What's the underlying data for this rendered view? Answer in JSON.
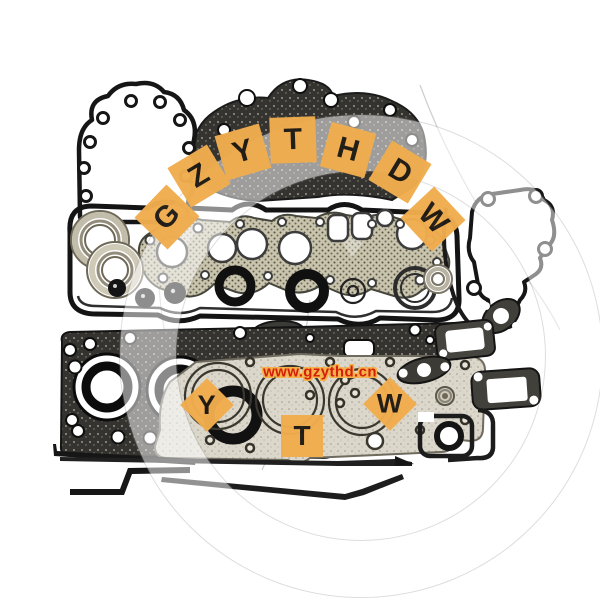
{
  "watermark": {
    "arc_letters": [
      "G",
      "Z",
      "Y",
      "T",
      "H",
      "D",
      "W"
    ],
    "bottom_letters": [
      "Y",
      "T",
      "W"
    ],
    "url": "www.gzythd.cn",
    "colors": {
      "tile": "#F1AD4E",
      "letter": "#1F1B14",
      "url_text": "#D31F0B",
      "url_outline": "#F6B14A",
      "ring": "rgba(255,255,255,0.52)"
    }
  }
}
